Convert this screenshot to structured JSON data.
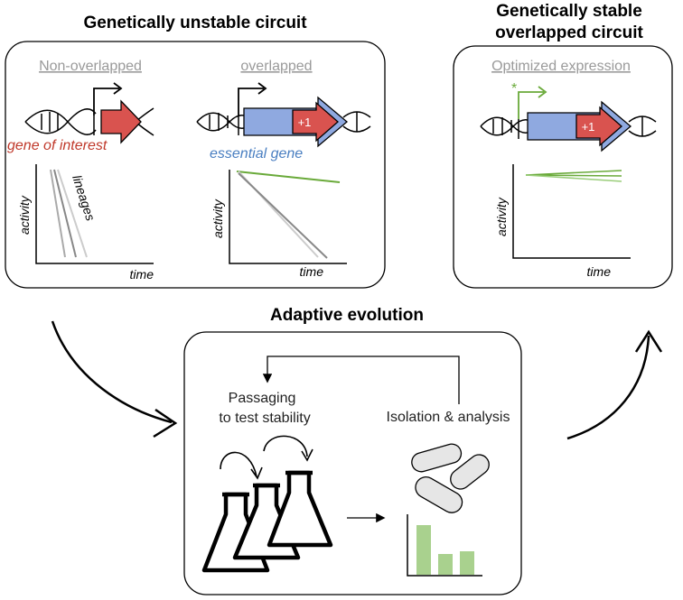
{
  "titles": {
    "unstable": "Genetically unstable circuit",
    "stable_line1": "Genetically stable",
    "stable_line2": "overlapped circuit",
    "adaptive": "Adaptive evolution"
  },
  "subtitles": {
    "non_overlapped": "Non-overlapped",
    "overlapped": "overlapped",
    "optimized": "Optimized expression"
  },
  "genes": {
    "gene_of_interest": "gene of interest",
    "essential_gene": "essential gene",
    "frameshift": "+1",
    "promoter_mark": "*"
  },
  "plots": {
    "x_label": "time",
    "y_label": "activity",
    "lineages_label": "lineages"
  },
  "evolution": {
    "passaging_line1": "Passaging",
    "passaging_line2": "to test stability",
    "isolation": "Isolation & analysis"
  },
  "colors": {
    "red": "#d9534f",
    "blue": "#8fa9e0",
    "green": "#6aaa3a",
    "bar_green": "#a9d18e",
    "gray": "#999999"
  }
}
